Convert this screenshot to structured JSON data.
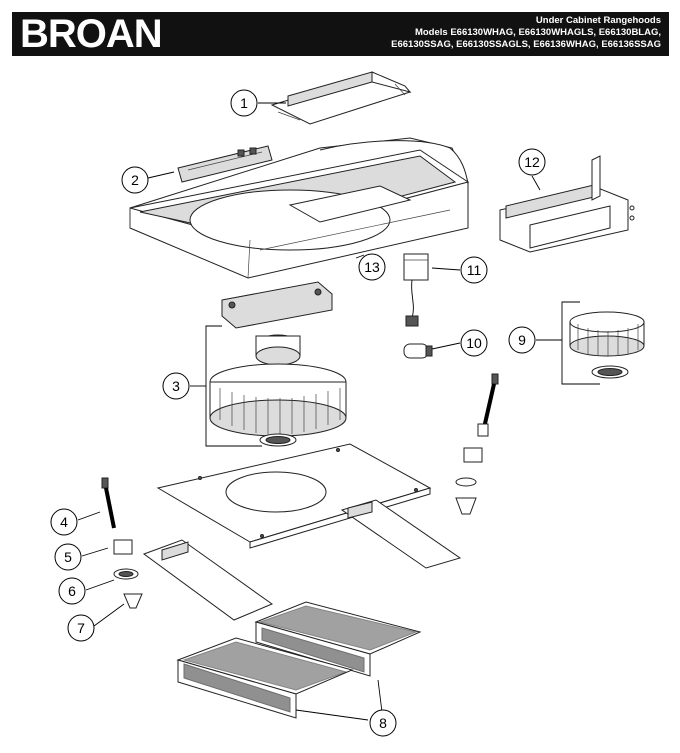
{
  "header": {
    "brand": "BROAN",
    "title": "Under Cabinet Rangehoods",
    "models_line1": "Models E66130WHAG, E66130WHAGLS, E66130BLAG,",
    "models_line2": "E66130SSAG, E66130SSAGLS, E66136WHAG, E66136SSAG"
  },
  "callouts": [
    "1",
    "2",
    "3",
    "4",
    "5",
    "6",
    "7",
    "8",
    "9",
    "10",
    "11",
    "12",
    "13"
  ]
}
